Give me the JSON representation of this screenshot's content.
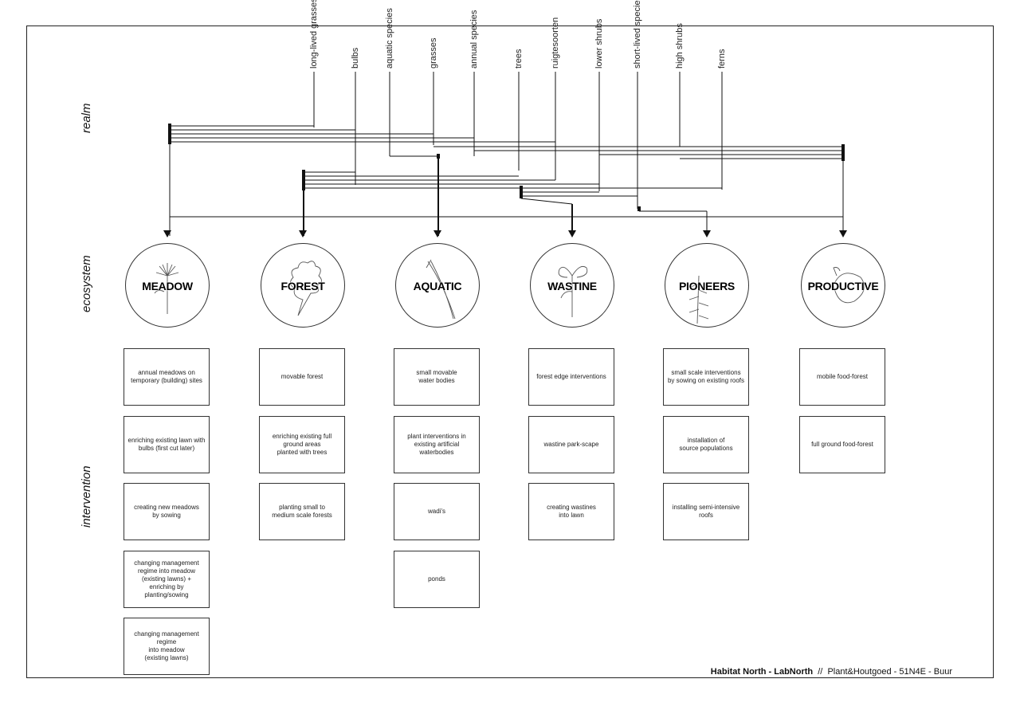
{
  "realm_items": [
    "long-lived grasses",
    "bulbs",
    "aquatic species",
    "grasses",
    "annual species",
    "trees",
    "ruigtesoorten",
    "lower shrubs",
    "short-lived species",
    "high shrubs",
    "ferns"
  ],
  "section_labels": {
    "realm": "realm",
    "ecosystem": "ecosystem",
    "intervention": "intervention"
  },
  "ecosystems": [
    {
      "name": "MEADOW",
      "icon": "flower-sketch-icon",
      "interventions": [
        "annual meadows on\ntemporary (building) sites",
        "enriching existing lawn with\nbulbs (first cut later)",
        "creating new meadows\nby sowing",
        "changing management\nregime into meadow\n(existing lawns) +\nenriching by\nplanting/sowing",
        "changing management\nregime\ninto meadow\n(existing lawns)"
      ]
    },
    {
      "name": "FOREST",
      "icon": "oak-leaf-icon",
      "interventions": [
        "movable forest",
        "enriching existing full\nground areas\nplanted with trees",
        "planting small to\nmedium scale forests"
      ]
    },
    {
      "name": "AQUATIC",
      "icon": "reed-sketch-icon",
      "interventions": [
        "small movable\nwater bodies",
        "plant interventions in\nexisting artificial\nwaterbodies",
        "wadi's",
        "ponds"
      ]
    },
    {
      "name": "WASTINE",
      "icon": "wildflower-sketch-icon",
      "interventions": [
        "forest edge interventions",
        "wastine park-scape",
        "creating wastines\ninto lawn"
      ]
    },
    {
      "name": "PIONEERS",
      "icon": "pioneer-plant-icon",
      "interventions": [
        "small scale interventions\nby sowing on existing roofs",
        "installation of\nsource populations",
        "installing semi-intensive\nroofs"
      ]
    },
    {
      "name": "PRODUCTIVE",
      "icon": "squash-sketch-icon",
      "interventions": [
        "mobile food-forest",
        "full ground food-forest"
      ]
    }
  ],
  "footer": {
    "bold": "Habitat North - LabNorth",
    "rest": "  //  Plant&Houtgoed - 51N4E - Buur"
  }
}
